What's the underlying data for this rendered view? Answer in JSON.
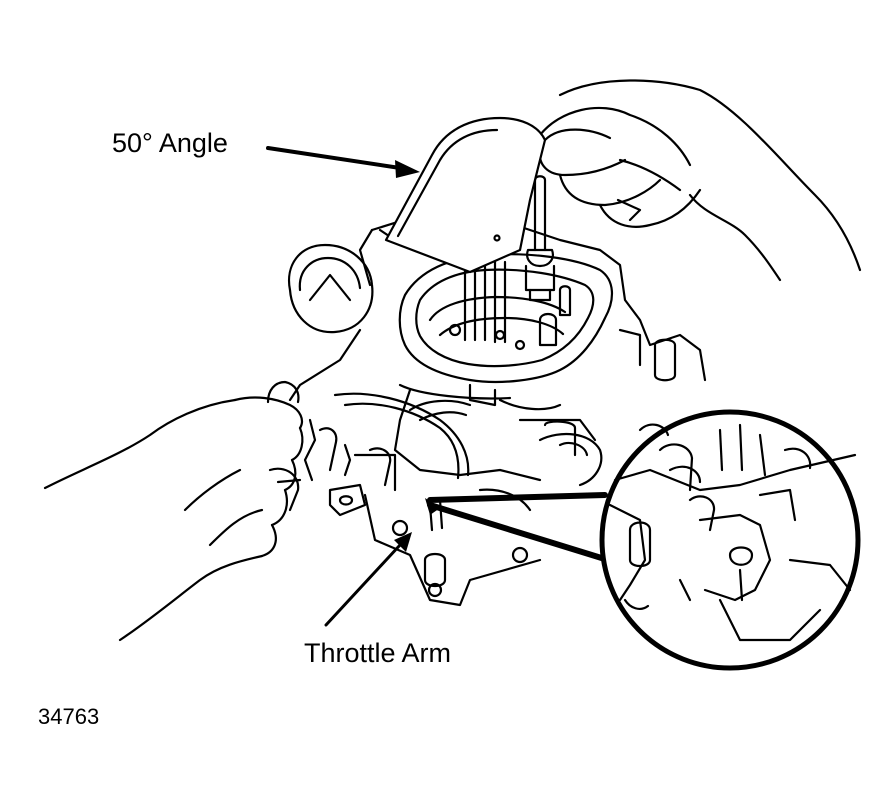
{
  "labels": {
    "angle": "50° Angle",
    "throttle": "Throttle Arm"
  },
  "figure_number": "34763",
  "colors": {
    "ink": "#000000",
    "paper": "#ffffff"
  }
}
